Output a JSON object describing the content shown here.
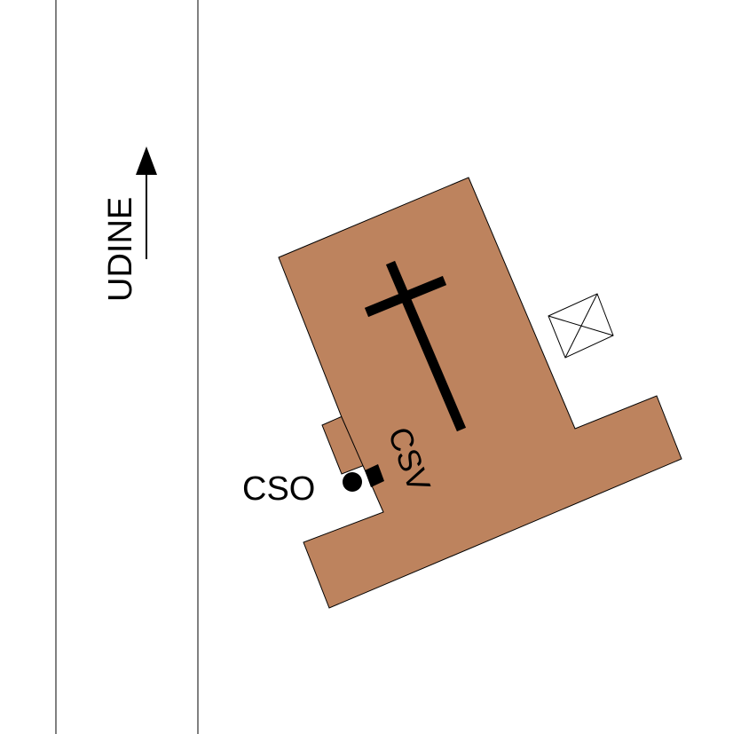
{
  "map": {
    "road_direction_label": "UDINE",
    "marker_circle_label": "CSO",
    "marker_square_label": "CSV",
    "colors": {
      "background": "#ffffff",
      "building_fill": "#bd835e",
      "outline": "#000000",
      "road_line": "#000000"
    },
    "icons": [
      "north-arrow-icon",
      "cross-icon",
      "bell-tower-icon",
      "circle-marker-icon",
      "square-marker-icon"
    ]
  }
}
